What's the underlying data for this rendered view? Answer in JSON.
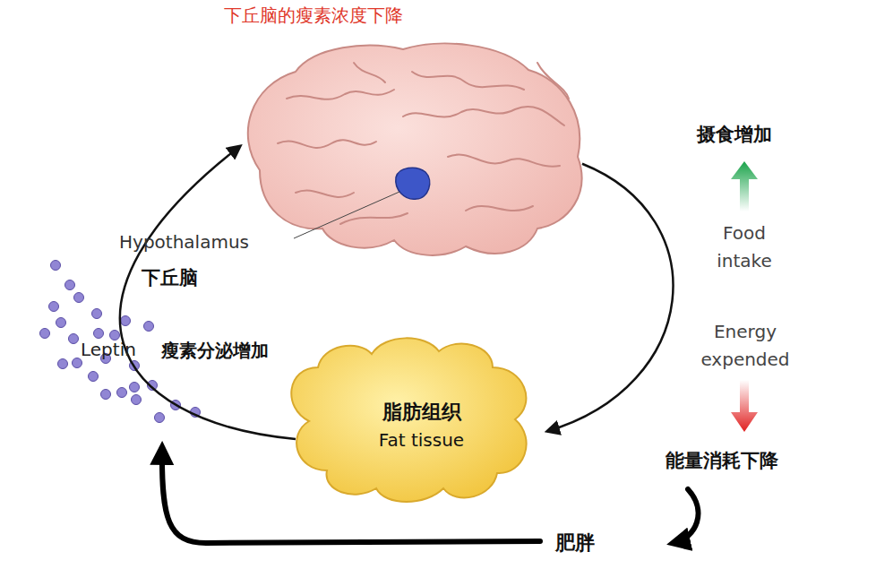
{
  "diagram": {
    "nodes": [
      {
        "text": [
          "Hypothalamus",
          "下丘脑"
        ]
      },
      {
        "text": [
          "脂肪组织",
          "Fat tissue"
        ]
      },
      {
        "text": [
          "肥胖"
        ]
      }
    ],
    "edges": [
      {
        "from": 1,
        "to": 0,
        "arrow": "to"
      },
      {
        "from": 0,
        "to": 1,
        "arrow": "to"
      }
    ],
    "labels": [
      "下丘脑的瘦素浓度下降",
      "Leptin",
      "瘦素分泌增加",
      "摄食增加",
      "Food intake",
      "Energy expended",
      "能量消耗下降"
    ]
  }
}
